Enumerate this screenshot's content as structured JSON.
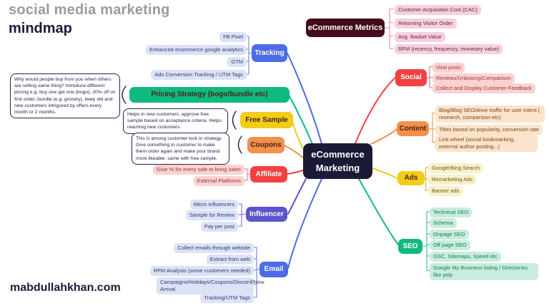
{
  "header": {
    "title_line1": "social media marketing",
    "title_line2": "mindmap",
    "watermark": "mabdullahkhan.com"
  },
  "center": {
    "label": "eCommerce Marketing"
  },
  "metrics": {
    "label": "eCommerce Metrics",
    "children": [
      "Customer Acquisition Cost (CAC)",
      "Returning Visitor Order",
      "Avg. Basket Value",
      "RFM (recency, frequency, monetary value)"
    ]
  },
  "branches": {
    "tracking": {
      "label": "Tracking",
      "children": [
        "FB Pixel",
        "Enhanced ecommerce google analytics",
        "GTM",
        "Ads Conversion Tracking / UTM Tags"
      ]
    },
    "pricing": {
      "label": "Pricing Strategy (bogo/bundle etc)",
      "note": "Why would people buy from you when others are selling same thing? Introduce different pricing e.g. buy one get one (bogo), 20% off on first order, bundle (e.g. grocery), keep old and new customers intrigured by offers every month or 2 months."
    },
    "free_sample": {
      "label": "Free Sample",
      "note": "Helps in new customers. approve free sample based on acceptance criteria. Helps reaching new customers."
    },
    "coupons": {
      "label": "Coupons",
      "note": "This is among customer lock in strategy. Give something to customer to make them order again and make your brand more likeable. same with free sample."
    },
    "affiliate": {
      "label": "Affiliate",
      "children": [
        "Give % for every sale to bring sales",
        "External Platforms"
      ]
    },
    "influencer": {
      "label": "Influencer",
      "children": [
        "Micro Influencers",
        "Sample for Review",
        "Pay per post"
      ]
    },
    "email": {
      "label": "Email",
      "children": [
        "Collect emails through website",
        "Extract from web",
        "RFM Analysis (some customers needed)",
        "Campaigns/Holidays/Coupons/Discord/New Arrival",
        "Tracking/UTM Tags"
      ]
    },
    "social": {
      "label": "Social",
      "children": [
        "Viral posts",
        "Reviews/Unboxing/Comparison",
        "Collect and Display Customer Feedback"
      ]
    },
    "content": {
      "label": "Content",
      "children": [
        "Blog/Blog SEO/drive traffic for user intent ( research, comparison etc)",
        "Titles based on popularity, conversion rate",
        "Link wheel (social bookmarking, external author posting...)"
      ]
    },
    "ads": {
      "label": "Ads",
      "children": [
        "Google/Bing Search",
        "Remarketing Ads",
        "Banner ads"
      ]
    },
    "seo": {
      "label": "SEO",
      "children": [
        "Technical SEO",
        "Schema",
        "Onpage SEO",
        "Off page SEO",
        "GSC, Sitemaps, Speed etc",
        "Google My Business listing / Directories like yelp"
      ]
    }
  },
  "palette": {
    "navy": "#1A1A36",
    "maroon": "#420D18",
    "pink": "#F7CFDF",
    "blue": "#4D6BE8",
    "lavender": "#DCE2F8",
    "indigo": "#5B54CB",
    "green": "#0FBA80",
    "light_green": "#C8EDDD",
    "yellow": "#F1CD1A",
    "light_yellow": "#F9F0CA",
    "orange": "#F2914A",
    "light_orange": "#FBE4CB",
    "red": "#F24141",
    "light_red": "#FAD2D2"
  }
}
